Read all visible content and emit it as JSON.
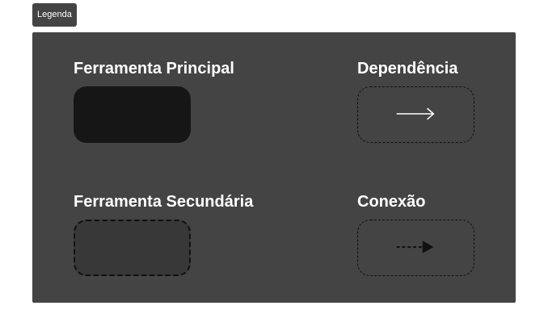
{
  "legend_tag": {
    "label": "Legenda"
  },
  "legend": {
    "items": [
      {
        "label": "Ferramenta Principal",
        "style": "solid-fill",
        "fill": "#161616"
      },
      {
        "label": "Dependência",
        "style": "dashed-outline",
        "symbol": "solid-arrow",
        "arrow_color": "#ffffff"
      },
      {
        "label": "Ferramenta Secundária",
        "style": "dashed-fill",
        "fill": "#383838"
      },
      {
        "label": "Conexão",
        "style": "dashed-outline",
        "symbol": "dashed-arrow",
        "arrow_color": "#111111"
      }
    ]
  },
  "colors": {
    "panel_background": "#444444",
    "page_background": "#ffffff",
    "label_text": "#ffffff",
    "border": "#0f0f0f"
  }
}
